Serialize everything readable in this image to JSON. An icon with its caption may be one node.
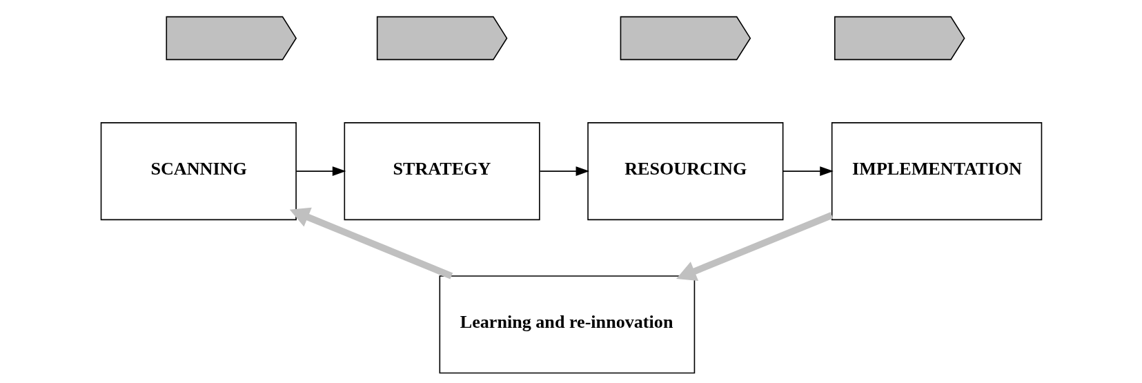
{
  "diagram": {
    "nodes": [
      {
        "text": [],
        "shape": "chevron"
      },
      {
        "text": [],
        "shape": "chevron"
      },
      {
        "text": [],
        "shape": "chevron"
      },
      {
        "text": [],
        "shape": "chevron"
      },
      {
        "text": [
          "SCANNING"
        ]
      },
      {
        "text": [
          "STRATEGY"
        ]
      },
      {
        "text": [
          "RESOURCING"
        ]
      },
      {
        "text": [
          "IMPLEMENTATION"
        ]
      },
      {
        "text": [
          "Learning and re-innovation"
        ]
      }
    ],
    "edges": [
      {
        "from": 4,
        "to": 5,
        "arrow": "to"
      },
      {
        "from": 5,
        "to": 6,
        "arrow": "to"
      },
      {
        "from": 6,
        "to": 7,
        "arrow": "to"
      },
      {
        "from": 7,
        "to": 8,
        "arrow": "to",
        "style": "thick",
        "color": "#c0c0c0"
      },
      {
        "from": 8,
        "to": 4,
        "arrow": "to",
        "style": "thick",
        "color": "#c0c0c0"
      }
    ]
  }
}
